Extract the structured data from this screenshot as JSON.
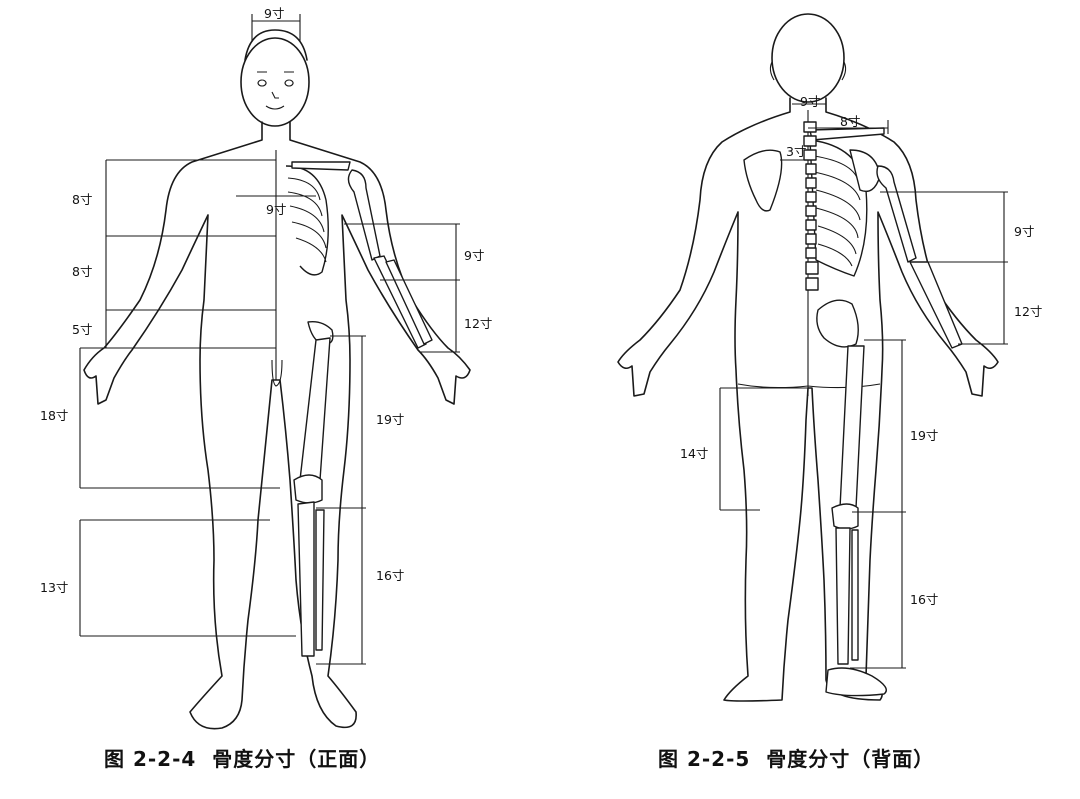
{
  "figures": [
    {
      "caption": "图 2-2-4  骨度分寸（正面）",
      "measurements": [
        "9寸",
        "8寸",
        "9寸",
        "8寸",
        "9寸",
        "5寸",
        "12寸",
        "18寸",
        "19寸",
        "16寸",
        "13寸"
      ]
    },
    {
      "caption": "图 2-2-5  骨度分寸（背面）",
      "measurements": [
        "9寸",
        "8寸",
        "3寸",
        "9寸",
        "12寸",
        "14寸",
        "19寸",
        "16寸"
      ]
    }
  ]
}
